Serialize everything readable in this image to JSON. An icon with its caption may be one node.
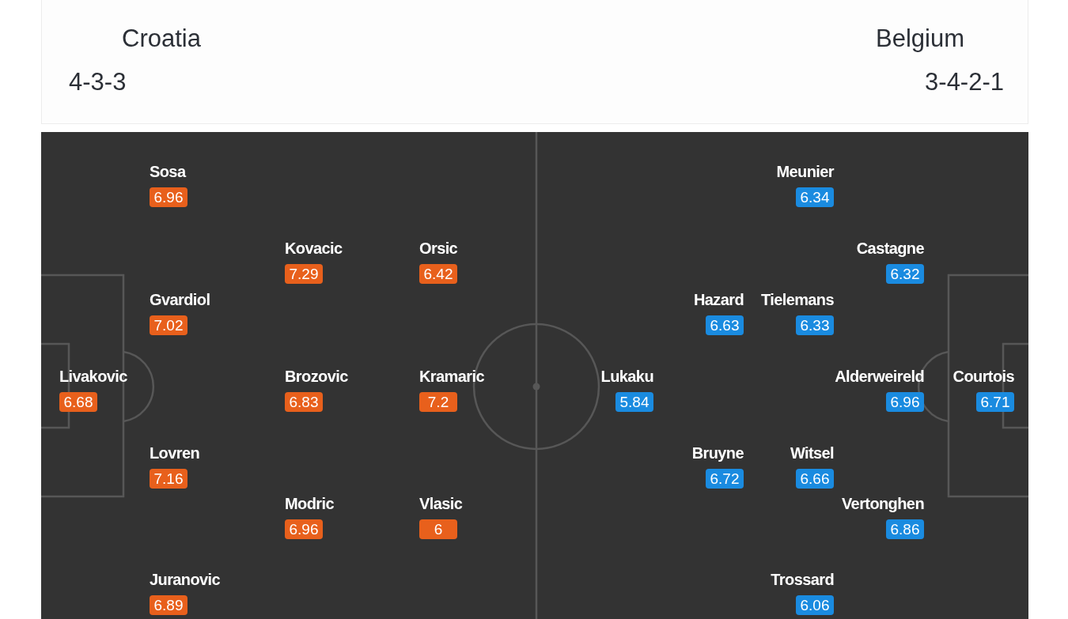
{
  "diagram": {
    "nodes": [
      {
        "text": [
          "Sosa",
          "6.96"
        ]
      },
      {
        "text": [
          "Kovacic",
          "7.29"
        ]
      },
      {
        "text": [
          "Orsic",
          "6.42"
        ]
      },
      {
        "text": [
          "Gvardiol",
          "7.02"
        ]
      },
      {
        "text": [
          "Livakovic",
          "6.68"
        ]
      },
      {
        "text": [
          "Brozovic",
          "6.83"
        ]
      },
      {
        "text": [
          "Kramaric",
          "7.2"
        ]
      },
      {
        "text": [
          "Lovren",
          "7.16"
        ]
      },
      {
        "text": [
          "Modric",
          "6.96"
        ]
      },
      {
        "text": [
          "Vlasic",
          "6"
        ]
      },
      {
        "text": [
          "Juranovic",
          "6.89"
        ]
      },
      {
        "text": [
          "Meunier",
          "6.34"
        ]
      },
      {
        "text": [
          "Castagne",
          "6.32"
        ]
      },
      {
        "text": [
          "Hazard",
          "6.63"
        ]
      },
      {
        "text": [
          "Tielemans",
          "6.33"
        ]
      },
      {
        "text": [
          "Lukaku",
          "5.84"
        ]
      },
      {
        "text": [
          "Alderweireld",
          "6.96"
        ]
      },
      {
        "text": [
          "Courtois",
          "6.71"
        ]
      },
      {
        "text": [
          "Bruyne",
          "6.72"
        ]
      },
      {
        "text": [
          "Witsel",
          "6.66"
        ]
      },
      {
        "text": [
          "Vertonghen",
          "6.86"
        ]
      },
      {
        "text": [
          "Trossard",
          "6.06"
        ]
      }
    ],
    "labels": [
      "Croatia",
      "Belgium",
      "4-3-3",
      "3-4-2-1"
    ]
  }
}
